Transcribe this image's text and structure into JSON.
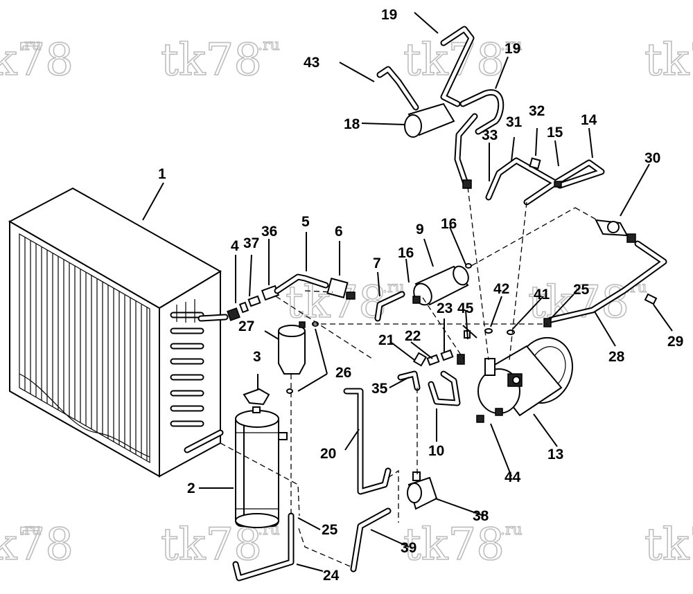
{
  "watermark": {
    "main": "tk78",
    "suffix": ".ru"
  },
  "callouts": [
    {
      "id": "c1",
      "text": "1"
    },
    {
      "id": "c2",
      "text": "2"
    },
    {
      "id": "c3",
      "text": "3"
    },
    {
      "id": "c4",
      "text": "4"
    },
    {
      "id": "c5",
      "text": "5"
    },
    {
      "id": "c6",
      "text": "6"
    },
    {
      "id": "c7",
      "text": "7"
    },
    {
      "id": "c9",
      "text": "9"
    },
    {
      "id": "c10",
      "text": "10"
    },
    {
      "id": "c13",
      "text": "13"
    },
    {
      "id": "c14",
      "text": "14"
    },
    {
      "id": "c15",
      "text": "15"
    },
    {
      "id": "c16a",
      "text": "16"
    },
    {
      "id": "c16b",
      "text": "16"
    },
    {
      "id": "c18",
      "text": "18"
    },
    {
      "id": "c19a",
      "text": "19"
    },
    {
      "id": "c19b",
      "text": "19"
    },
    {
      "id": "c20",
      "text": "20"
    },
    {
      "id": "c21",
      "text": "21"
    },
    {
      "id": "c22",
      "text": "22"
    },
    {
      "id": "c23",
      "text": "23"
    },
    {
      "id": "c24",
      "text": "24"
    },
    {
      "id": "c25a",
      "text": "25"
    },
    {
      "id": "c25b",
      "text": "25"
    },
    {
      "id": "c26",
      "text": "26"
    },
    {
      "id": "c27",
      "text": "27"
    },
    {
      "id": "c28",
      "text": "28"
    },
    {
      "id": "c29",
      "text": "29"
    },
    {
      "id": "c30",
      "text": "30"
    },
    {
      "id": "c31",
      "text": "31"
    },
    {
      "id": "c32",
      "text": "32"
    },
    {
      "id": "c33",
      "text": "33"
    },
    {
      "id": "c35",
      "text": "35"
    },
    {
      "id": "c36",
      "text": "36"
    },
    {
      "id": "c37",
      "text": "37"
    },
    {
      "id": "c38",
      "text": "38"
    },
    {
      "id": "c39",
      "text": "39"
    },
    {
      "id": "c41",
      "text": "41"
    },
    {
      "id": "c42",
      "text": "42"
    },
    {
      "id": "c43",
      "text": "43"
    },
    {
      "id": "c44",
      "text": "44"
    },
    {
      "id": "c45",
      "text": "45"
    }
  ]
}
